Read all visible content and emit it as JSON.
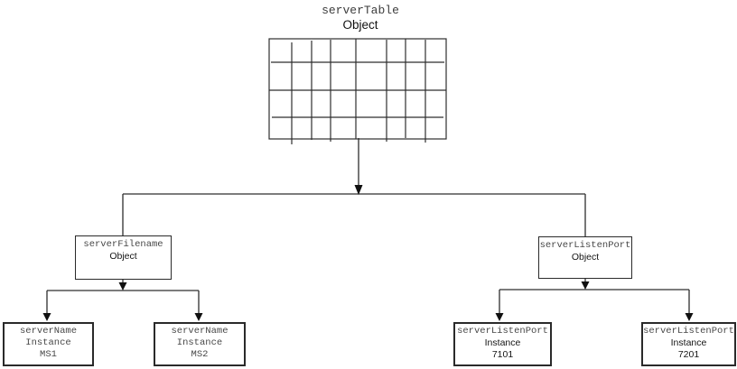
{
  "diagram": {
    "root": {
      "name": "serverTable",
      "type": "Object"
    },
    "branches": [
      {
        "name": "serverFilename",
        "type": "Object",
        "children": [
          {
            "name": "serverName",
            "type": "Instance",
            "value": "MS1"
          },
          {
            "name": "serverName",
            "type": "Instance",
            "value": "MS2"
          }
        ]
      },
      {
        "name": "serverListenPort",
        "type": "Object",
        "children": [
          {
            "name": "serverListenPort",
            "type": "Instance",
            "value": "7101"
          },
          {
            "name": "serverListenPort",
            "type": "Instance",
            "value": "7201"
          }
        ]
      }
    ]
  },
  "icons": {
    "arrowhead_down": "small filled black triangle pointing down at connector junctions"
  },
  "colors": {
    "line": "#2e2e2e",
    "box_border": "#2a2a2a",
    "mono_text": "#474747",
    "sans_text": "#141414",
    "background": "#ffffff"
  }
}
